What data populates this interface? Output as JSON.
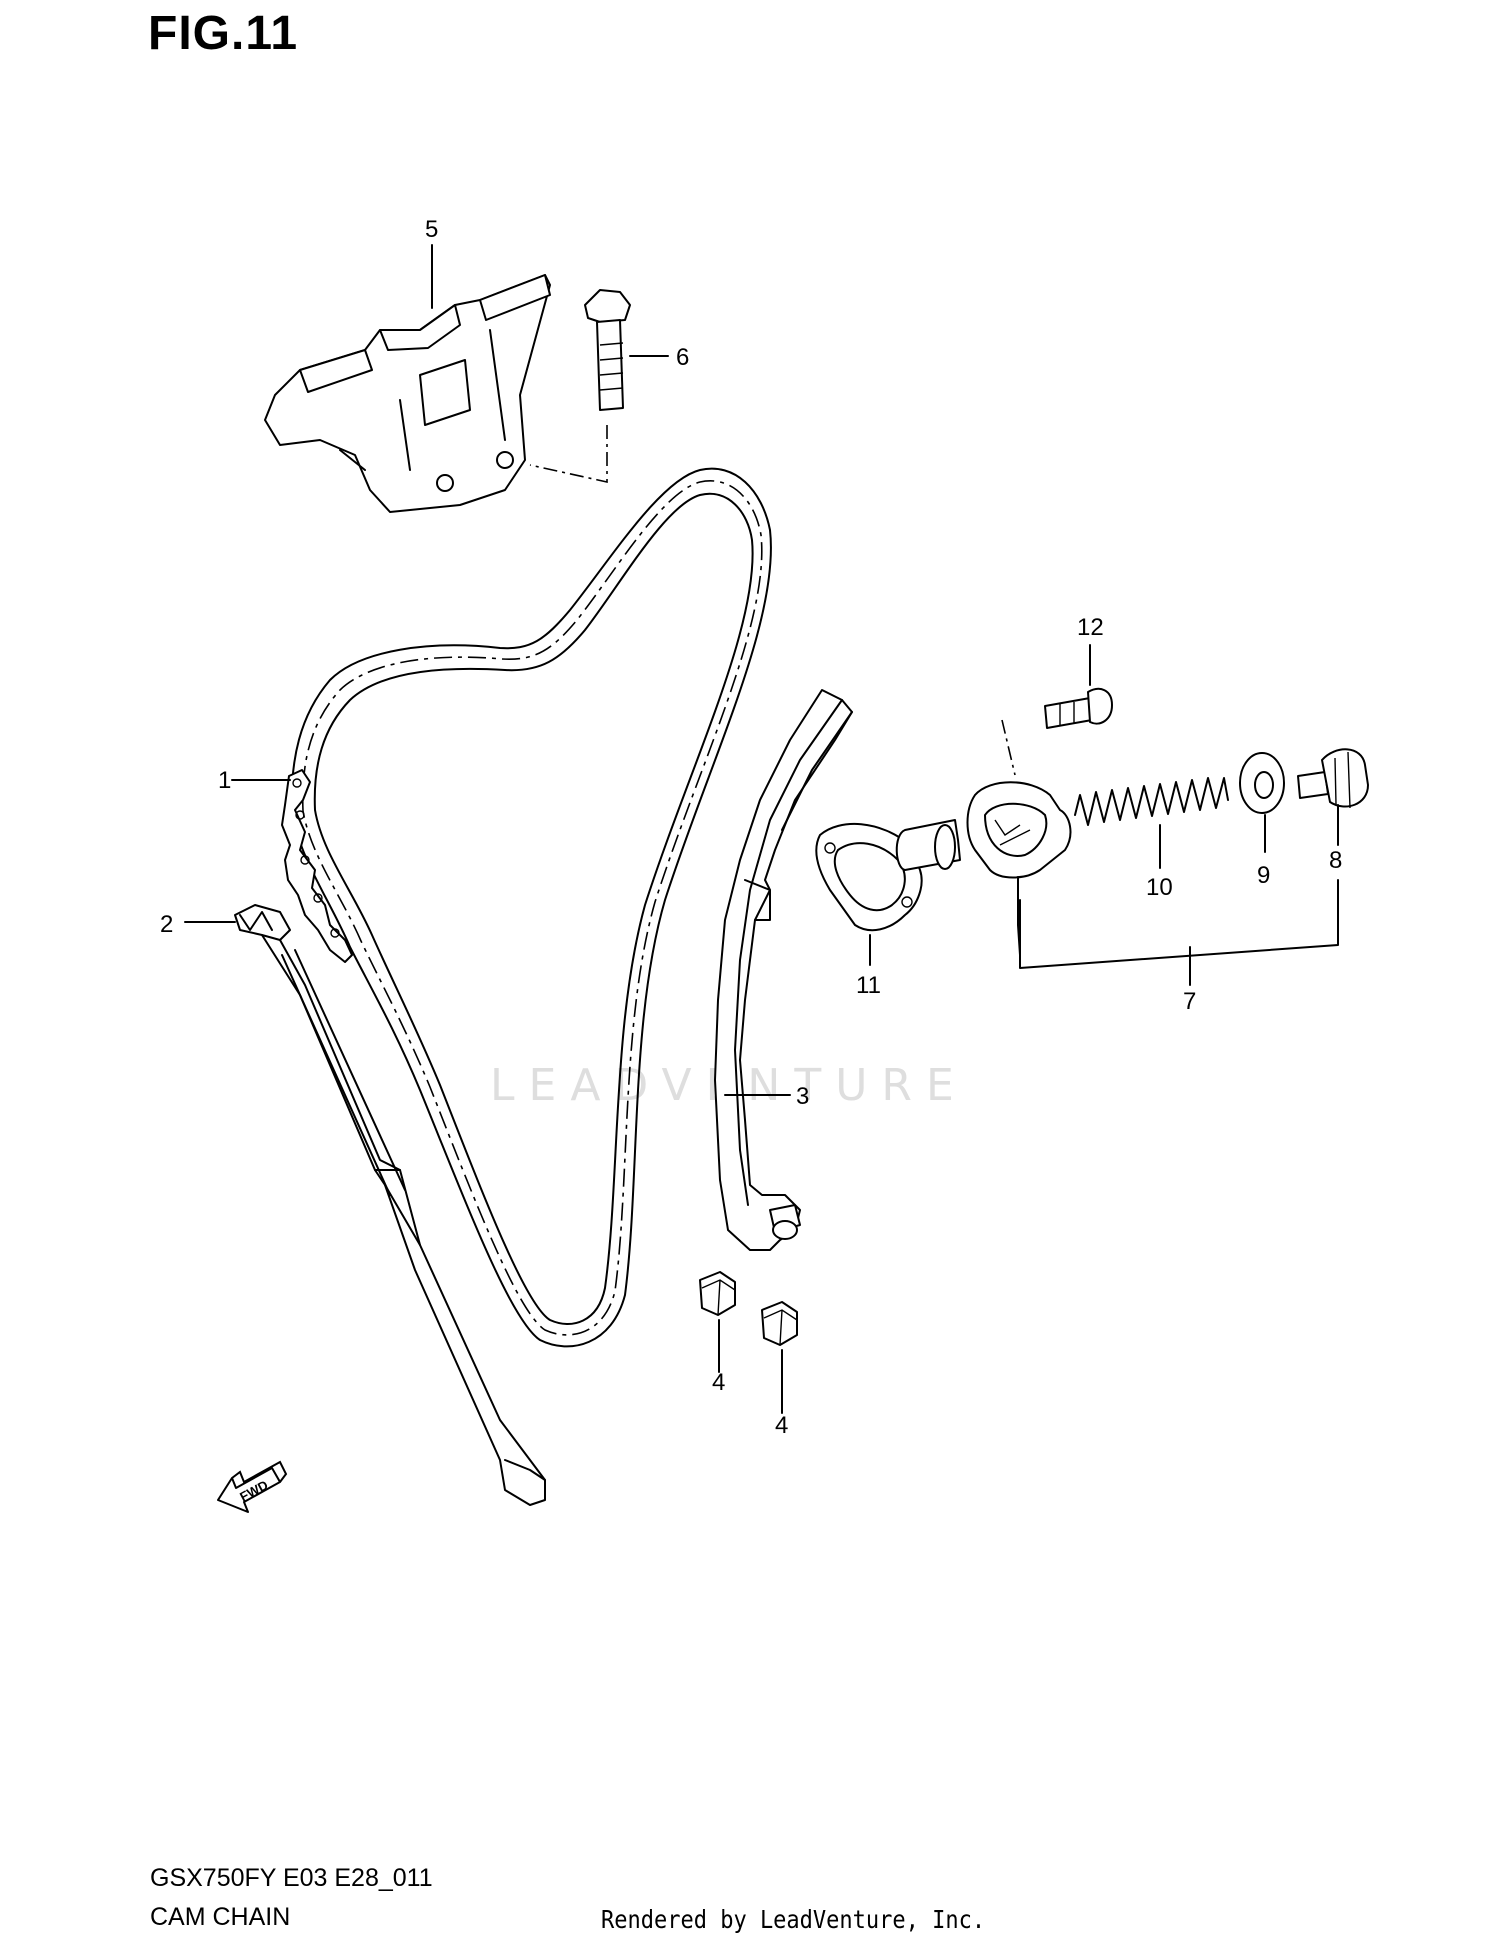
{
  "figure": {
    "title": "FIG.11",
    "model_code": "GSX750FY E03 E28_011",
    "section_name": "CAM CHAIN",
    "rendered_by": "Rendered by LeadVenture, Inc.",
    "watermark": "LEADVENTURE",
    "fwd_arrow_label": "FWD"
  },
  "callouts": {
    "c1": "1",
    "c2": "2",
    "c3": "3",
    "c4a": "4",
    "c4b": "4",
    "c5": "5",
    "c6": "6",
    "c7": "7",
    "c8": "8",
    "c9": "9",
    "c10": "10",
    "c11": "11",
    "c12": "12"
  }
}
